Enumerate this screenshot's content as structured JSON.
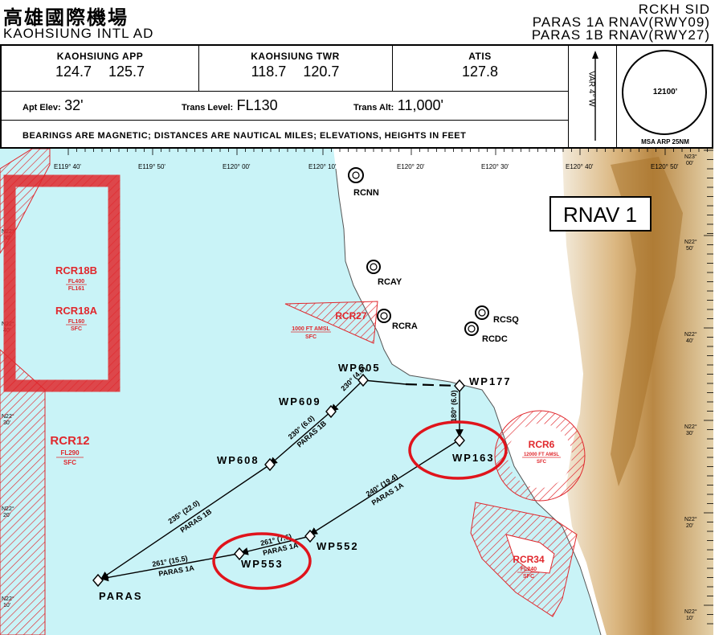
{
  "header": {
    "title_cn": "高雄國際機場",
    "title_en": "KAOHSIUNG  INTL AD",
    "chart_id": "RCKH  SID",
    "proc_1": "PARAS  1A  RNAV(RWY09)",
    "proc_2": "PARAS  1B  RNAV(RWY27)"
  },
  "freqs": {
    "app_name": "KAOHSIUNG  APP",
    "app_freqs": "124.7  125.7",
    "twr_name": "KAOHSIUNG  TWR",
    "twr_freqs": "118.7  120.7",
    "atis_name": "ATIS",
    "atis_freq": "127.8"
  },
  "info": {
    "elev_label": "Apt Elev:",
    "elev_value": "32'",
    "trans_level_label": "Trans Level:",
    "trans_level_value": "FL130",
    "trans_alt_label": "Trans Alt:",
    "trans_alt_value": "11,000'",
    "note": "BEARINGS  ARE  MAGNETIC;  DISTANCES  ARE  NAUTICAL  MILES;  ELEVATIONS,  HEIGHTS  IN  FEET"
  },
  "var": "VAR 4° W",
  "msa": {
    "value": "12100'",
    "caption": "MSA ARP 25NM"
  },
  "map": {
    "nav_spec": "RNAV  1",
    "lon_ticks": [
      "E119° 40'",
      "E119° 50'",
      "E120° 00'",
      "E120° 10'",
      "E120° 20'",
      "E120° 30'",
      "E120° 40'",
      "E120° 50'"
    ],
    "lat_left": [
      "N22° 50'",
      "N22° 40'",
      "N22° 30'",
      "N22° 20'",
      "N22° 10'"
    ],
    "lat_right": [
      "N23° 00'",
      "N22° 50'",
      "N22° 40'",
      "N22° 30'",
      "N22° 20'",
      "N22° 10'"
    ],
    "navaids": [
      "RCNN",
      "RCAY",
      "RCRA",
      "RCSQ",
      "RCDC"
    ],
    "waypoints": [
      "WP605",
      "WP177",
      "WP609",
      "WP163",
      "WP608",
      "WP552",
      "WP553",
      "PARAS"
    ],
    "legs": [
      {
        "brg": "230° (4.6)",
        "proc": ""
      },
      {
        "brg": "230° (6.0)",
        "proc": "PARAS 1B"
      },
      {
        "brg": "235° (22.0)",
        "proc": "PARAS 1B"
      },
      {
        "brg": "180° (6.0)",
        "proc": ""
      },
      {
        "brg": "240° (19.4)",
        "proc": "PARAS 1A"
      },
      {
        "brg": "261° (7.6)",
        "proc": "PARAS 1A"
      },
      {
        "brg": "261° (15.5)",
        "proc": "PARAS 1A"
      }
    ],
    "areas": [
      {
        "name": "RCR18B",
        "upper": "FL400",
        "lower": "FL161"
      },
      {
        "name": "RCR18A",
        "upper": "FL160",
        "lower": "SFC"
      },
      {
        "name": "RCR12",
        "upper": "FL290",
        "lower": "SFC"
      },
      {
        "name": "RCR27",
        "upper": "1000 FT AMSL",
        "lower": "SFC"
      },
      {
        "name": "RCR6",
        "upper": "12000 FT AMSL",
        "lower": "SFC"
      },
      {
        "name": "RCR34",
        "upper": "FL240",
        "lower": "SFC"
      }
    ]
  },
  "colors": {
    "sea": "#c9f3f7",
    "restricted": "#e0282d",
    "highlight": "#e0141c",
    "land_low": "#ffffff",
    "land_high": "#b0762a"
  }
}
